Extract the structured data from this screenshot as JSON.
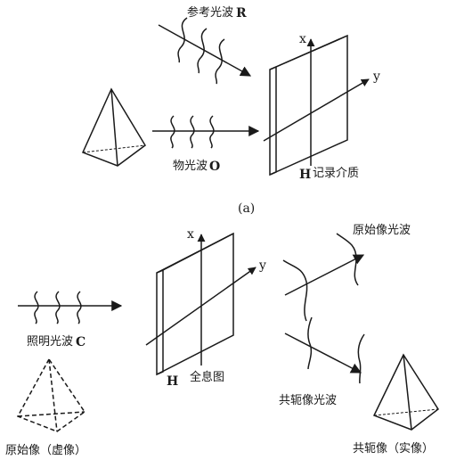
{
  "panel_a": {
    "reference_wave_label": "参考光波",
    "reference_wave_letter": "R",
    "object_wave_label": "物光波",
    "object_wave_letter": "O",
    "recording_medium_letter": "H",
    "recording_medium_label": "记录介质",
    "axis_x": "x",
    "axis_y": "y",
    "caption": "(a)"
  },
  "panel_b": {
    "illumination_wave_label": "照明光波",
    "illumination_wave_letter": "C",
    "hologram_letter": "H",
    "hologram_label": "全息图",
    "axis_x": "x",
    "axis_y": "y",
    "original_image_wave_label": "原始像光波",
    "conjugate_image_wave_label": "共轭像光波",
    "original_image_label": "原始像（虚像）",
    "conjugate_image_label": "共轭像（实像）"
  }
}
